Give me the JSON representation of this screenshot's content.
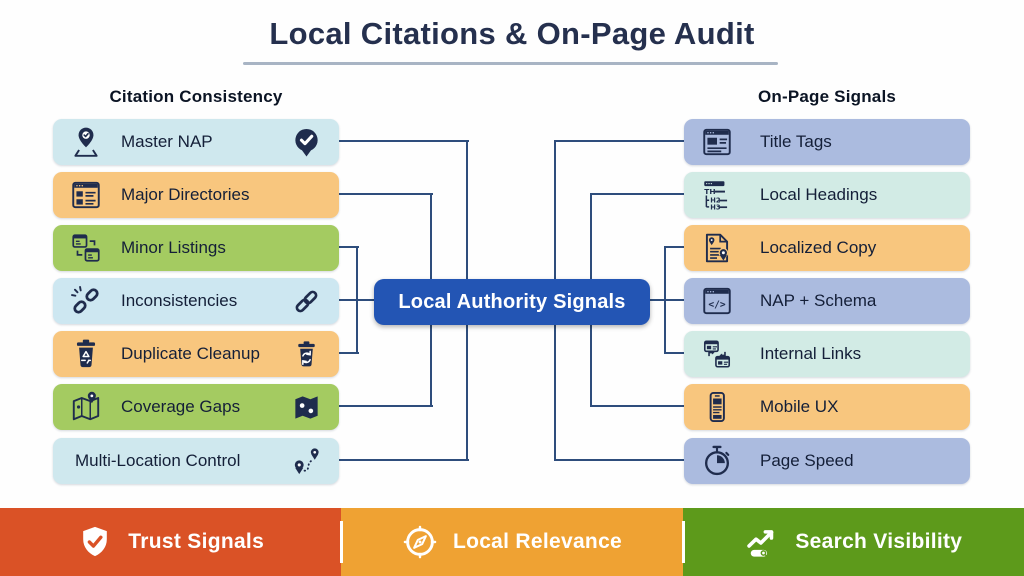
{
  "title": "Local Citations & On-Page Audit",
  "center_node": {
    "label": "Local Authority Signals",
    "bg": "#2355b4"
  },
  "columns": {
    "left": {
      "header": "Citation Consistency",
      "items": [
        {
          "label": "Master NAP",
          "bg": "#cfe8ee",
          "icon_left": "map-pin-check-icon",
          "icon_right": "pin-badge-check-icon"
        },
        {
          "label": "Major Directories",
          "bg": "#f8c67e",
          "icon_left": "directory-listing-icon",
          "icon_right": null
        },
        {
          "label": "Minor Listings",
          "bg": "#a4cb61",
          "icon_left": "dual-listings-icon",
          "icon_right": null
        },
        {
          "label": "Inconsistencies",
          "bg": "#cde7f1",
          "icon_left": "broken-link-icon",
          "icon_right": "chain-link-icon"
        },
        {
          "label": "Duplicate Cleanup",
          "bg": "#f8c67e",
          "icon_left": "trash-recycle-icon",
          "icon_right": "trash-refresh-icon"
        },
        {
          "label": "Coverage Gaps",
          "bg": "#a4cb61",
          "icon_left": "map-pin-icon",
          "icon_right": "map-markers-icon"
        },
        {
          "label": "Multi-Location Control",
          "bg": "#cfe8ee",
          "icon_left": null,
          "icon_right": "route-pins-icon"
        }
      ]
    },
    "right": {
      "header": "On-Page Signals",
      "items": [
        {
          "label": "Title Tags",
          "bg": "#abbbdf",
          "icon_left": "browser-page-icon",
          "icon_right": null
        },
        {
          "label": "Local Headings",
          "bg": "#d2ebe5",
          "icon_left": "heading-structure-icon",
          "icon_right": null
        },
        {
          "label": "Localized Copy",
          "bg": "#f8c67e",
          "icon_left": "document-pin-icon",
          "icon_right": null
        },
        {
          "label": "NAP + Schema",
          "bg": "#abbbdf",
          "icon_left": "code-window-icon",
          "icon_right": null
        },
        {
          "label": "Internal Links",
          "bg": "#d2ebe5",
          "icon_left": "linked-pages-icon",
          "icon_right": null
        },
        {
          "label": "Mobile UX",
          "bg": "#f8c67e",
          "icon_left": "smartphone-icon",
          "icon_right": null
        },
        {
          "label": "Page Speed",
          "bg": "#abbbdf",
          "icon_left": "stopwatch-icon",
          "icon_right": null
        }
      ]
    }
  },
  "footer": {
    "segments": [
      {
        "label": "Trust Signals",
        "bg": "#da5226",
        "icon": "shield-check-icon"
      },
      {
        "label": "Local Relevance",
        "bg": "#efa233",
        "icon": "compass-icon"
      },
      {
        "label": "Search Visibility",
        "bg": "#5d9a1b",
        "icon": "trending-search-icon"
      }
    ]
  },
  "colors": {
    "connector": "#2e4d7c",
    "icon_ink": "#1f2c4d",
    "title_text": "#25304e",
    "underline": "#a8b4c4"
  }
}
